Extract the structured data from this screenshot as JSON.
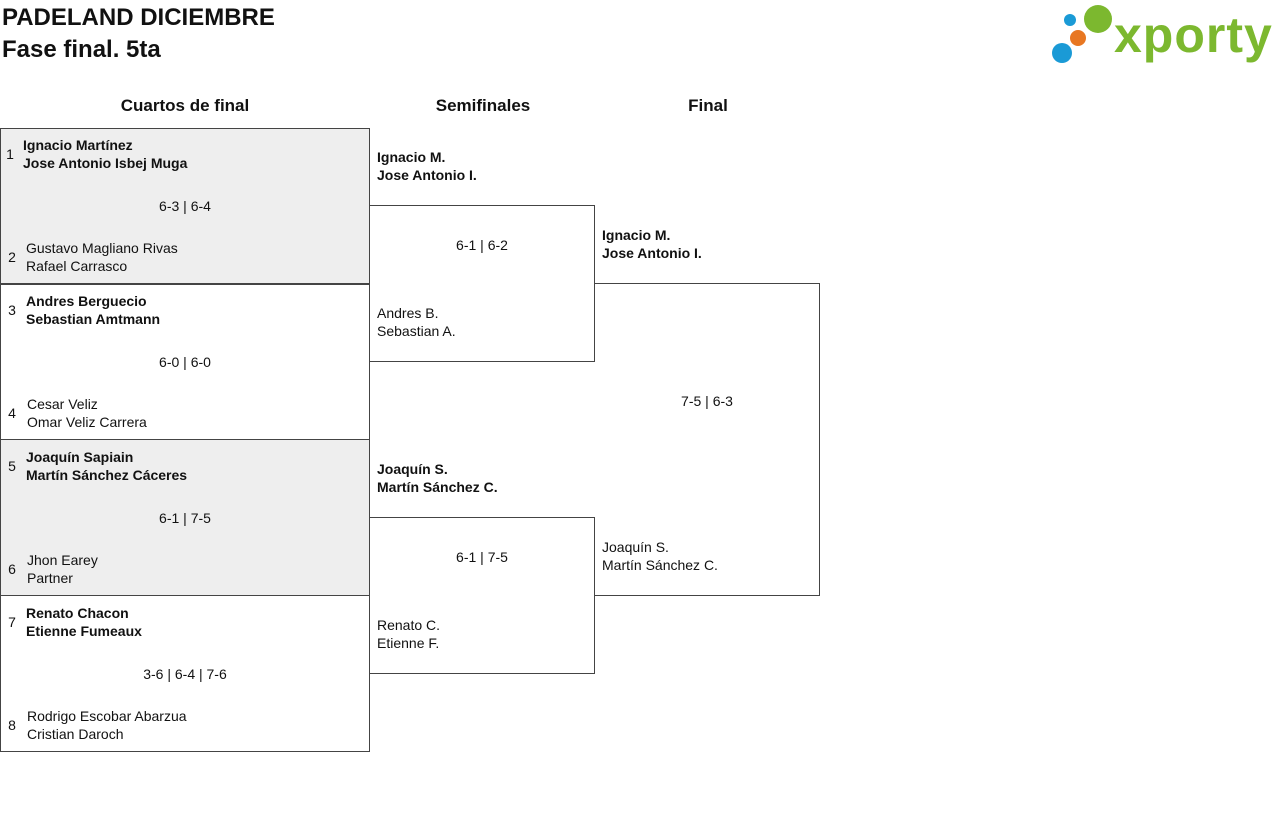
{
  "header": {
    "title": "PADELAND DICIEMBRE",
    "subtitle": "Fase final. 5ta"
  },
  "logo": {
    "text": "xporty",
    "colors": {
      "text": "#7cb82f",
      "blue": "#1a9ad6",
      "orange": "#e87722",
      "green": "#7cb82f"
    }
  },
  "rounds": {
    "quarterfinals": "Cuartos de final",
    "semifinals": "Semifinales",
    "final": "Final"
  },
  "quarterfinals": [
    {
      "top": {
        "seed": "1",
        "p1": "Ignacio Martínez",
        "p2": "Jose Antonio Isbej Muga"
      },
      "bottom": {
        "seed": "2",
        "p1": "Gustavo Magliano Rivas",
        "p2": "Rafael Carrasco"
      },
      "score": "6-3 | 6-4",
      "winner": "top"
    },
    {
      "top": {
        "seed": "3",
        "p1": "Andres Berguecio",
        "p2": "Sebastian Amtmann"
      },
      "bottom": {
        "seed": "4",
        "p1": "Cesar Veliz",
        "p2": "Omar Veliz Carrera"
      },
      "score": "6-0 | 6-0",
      "winner": "top"
    },
    {
      "top": {
        "seed": "5",
        "p1": "Joaquín Sapiain",
        "p2": "Martín Sánchez Cáceres"
      },
      "bottom": {
        "seed": "6",
        "p1": "Jhon Earey",
        "p2": "Partner"
      },
      "score": "6-1 | 7-5",
      "winner": "top"
    },
    {
      "top": {
        "seed": "7",
        "p1": "Renato Chacon",
        "p2": "Etienne Fumeaux"
      },
      "bottom": {
        "seed": "8",
        "p1": "Rodrigo Escobar Abarzua",
        "p2": "Cristian Daroch"
      },
      "score": "3-6 | 6-4 | 7-6",
      "winner": "top"
    }
  ],
  "semifinals": [
    {
      "top": {
        "p1": "Ignacio M.",
        "p2": "Jose Antonio I."
      },
      "bottom": {
        "p1": "Andres B.",
        "p2": "Sebastian A."
      },
      "score": "6-1 | 6-2",
      "winner": "top"
    },
    {
      "top": {
        "p1": "Joaquín S.",
        "p2": "Martín Sánchez C."
      },
      "bottom": {
        "p1": "Renato C.",
        "p2": "Etienne F."
      },
      "score": "6-1 | 7-5",
      "winner": "top"
    }
  ],
  "final": {
    "top": {
      "p1": "Ignacio M.",
      "p2": "Jose Antonio I."
    },
    "bottom": {
      "p1": "Joaquín S.",
      "p2": "Martín Sánchez C."
    },
    "score": "7-5 | 6-3",
    "winner": "top"
  }
}
